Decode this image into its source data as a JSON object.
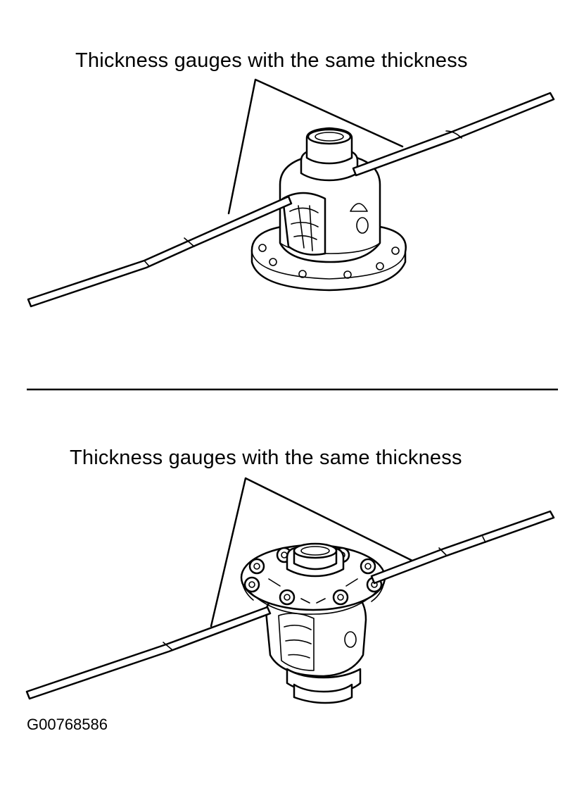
{
  "top_figure": {
    "label": "Thickness gauges with the same thickness"
  },
  "bottom_figure": {
    "label": "Thickness gauges with the same thickness"
  },
  "figure_id": "G00768586"
}
